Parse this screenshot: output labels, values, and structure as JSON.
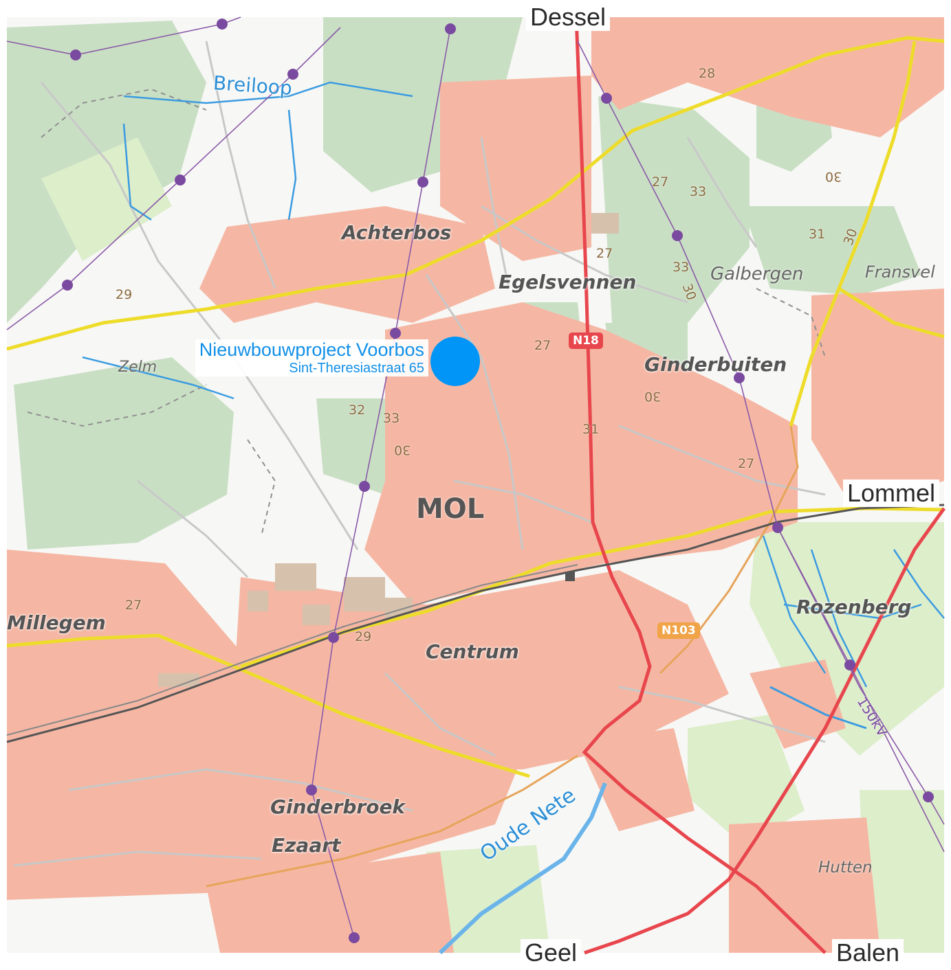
{
  "map": {
    "edge_labels": {
      "north": "Dessel",
      "east": "Lommel",
      "south_west": "Geel",
      "south_east": "Balen"
    },
    "marker": {
      "title": "Nieuwbouwproject Voorbos",
      "address": "Sint-Theresiastraat 65",
      "color": "#0095f6"
    },
    "places": {
      "achterbos": "Achterbos",
      "egelsvennen": "Egelsvennen",
      "galbergen": "Galbergen",
      "fransvel": "Fransvel",
      "ginderbuiten": "Ginderbuiten",
      "mol": "MOL",
      "millegem": "Millegem",
      "rozenberg": "Rozenberg",
      "centrum": "Centrum",
      "ginderbroek": "Ginderbroek",
      "ezaart": "Ezaart",
      "hutten": "Hutten",
      "zelm": "Zelm"
    },
    "water_labels": {
      "breiloop": "Breiloop",
      "oude_nete": "Oude Nete"
    },
    "power_label": "150kV",
    "road_shields": {
      "n18": "N18",
      "n103": "N103"
    },
    "elevations": {
      "e28": "28",
      "e27a": "27",
      "e33a": "33",
      "e30a": "30",
      "e27b": "27",
      "e33b": "33",
      "e30b": "30",
      "e31a": "31",
      "e30c": "30",
      "e29a": "29",
      "e27c": "27",
      "e30d": "30",
      "e32": "32",
      "e33c": "33",
      "e30e": "30",
      "e31b": "31",
      "e27d": "27",
      "e27e": "27",
      "e29b": "29"
    },
    "colors": {
      "urban": "#f5b7a4",
      "forest": "#c9dfc4",
      "meadow": "#ddeecb",
      "regional_road": "#eedc2a",
      "national_road": "#e8464d",
      "power_line": "#8a5aa8",
      "railway": "#555555",
      "water": "#2b8fd6"
    }
  }
}
